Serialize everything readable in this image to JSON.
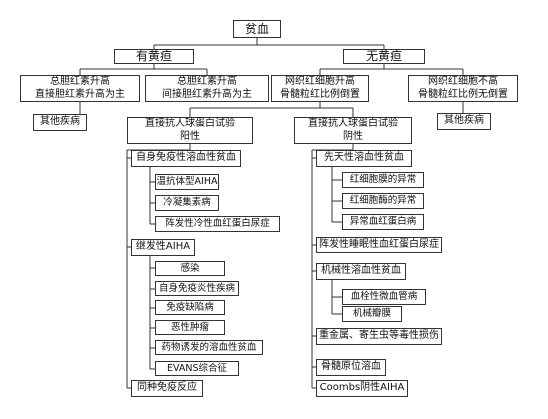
{
  "root": "贫血",
  "jaundice": "有黄疸",
  "no_jaundice": "无黄疸",
  "yes_a": [
    "总胆红素升高",
    "直接胆红素升高为主"
  ],
  "yes_b": [
    "总胆红素升高",
    "间接胆红素升高为主"
  ],
  "no_a": [
    "网织红细胞升高",
    "骨髓粒红比例倒置"
  ],
  "no_b": [
    "网织红细胞不高",
    "骨髓粒红比例无倒置"
  ],
  "other_left": "其他疾病",
  "other_right": "其他疾病",
  "coombs_pos": [
    "直接抗人球蛋白试验",
    "阳性"
  ],
  "coombs_neg": [
    "直接抗人球蛋白试验",
    "阴性"
  ],
  "autoimmune": "自身免疫性溶血性贫血",
  "autoimmune_items": [
    "温抗体型AIHA",
    "冷凝集素病",
    "阵发性冷性血红蛋白尿症"
  ],
  "secondary": "继发性AIHA",
  "secondary_items": [
    "感染",
    "自身免疫炎性疾病",
    "免疫缺陷病",
    "恶性肿瘤",
    "药物诱发的溶血性贫血",
    "EVANS综合征"
  ],
  "alloimmune": "同种免疫反应",
  "congenital": "先天性溶血性贫血",
  "congenital_items": [
    "红细胞膜的异常",
    "红细胞酶的异常",
    "异常血红蛋白病"
  ],
  "pnh": "阵发性睡眠性血红蛋白尿症",
  "mechanical": "机械性溶血性贫血",
  "mechanical_items": [
    "血栓性微血管病",
    "机械瓣膜"
  ],
  "toxic": "重金属、寄生虫等毒性损伤",
  "marrow": "骨髓原位溶血",
  "coombs_neg_aiha": "Coombs阴性AIHA"
}
